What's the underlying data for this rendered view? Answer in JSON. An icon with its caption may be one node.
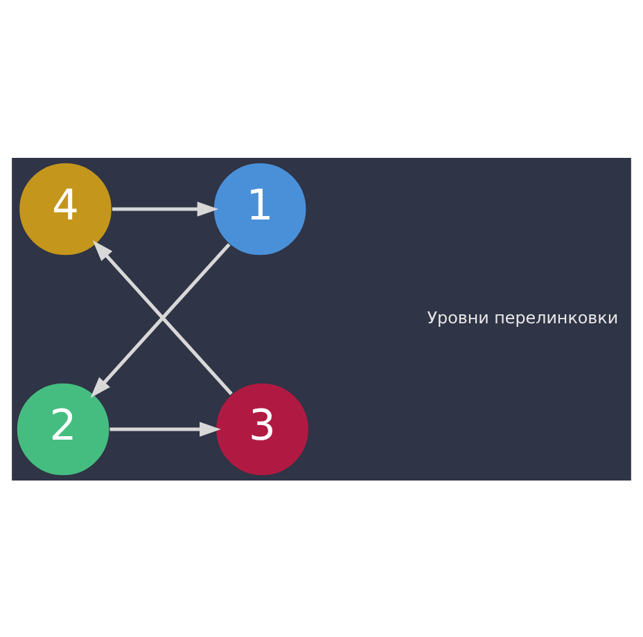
{
  "diagram": {
    "nodes": [
      {
        "text": [
          "1"
        ]
      },
      {
        "text": [
          "2"
        ]
      },
      {
        "text": [
          "3"
        ]
      },
      {
        "text": [
          "4"
        ]
      }
    ],
    "edges": [
      {
        "from": 0,
        "to": 1,
        "arrow": "to"
      },
      {
        "from": 1,
        "to": 2,
        "arrow": "to"
      },
      {
        "from": 2,
        "to": 3,
        "arrow": "to"
      },
      {
        "from": 3,
        "to": 0,
        "arrow": "to"
      }
    ],
    "labels": [
      "Уровни перелинковки"
    ]
  }
}
